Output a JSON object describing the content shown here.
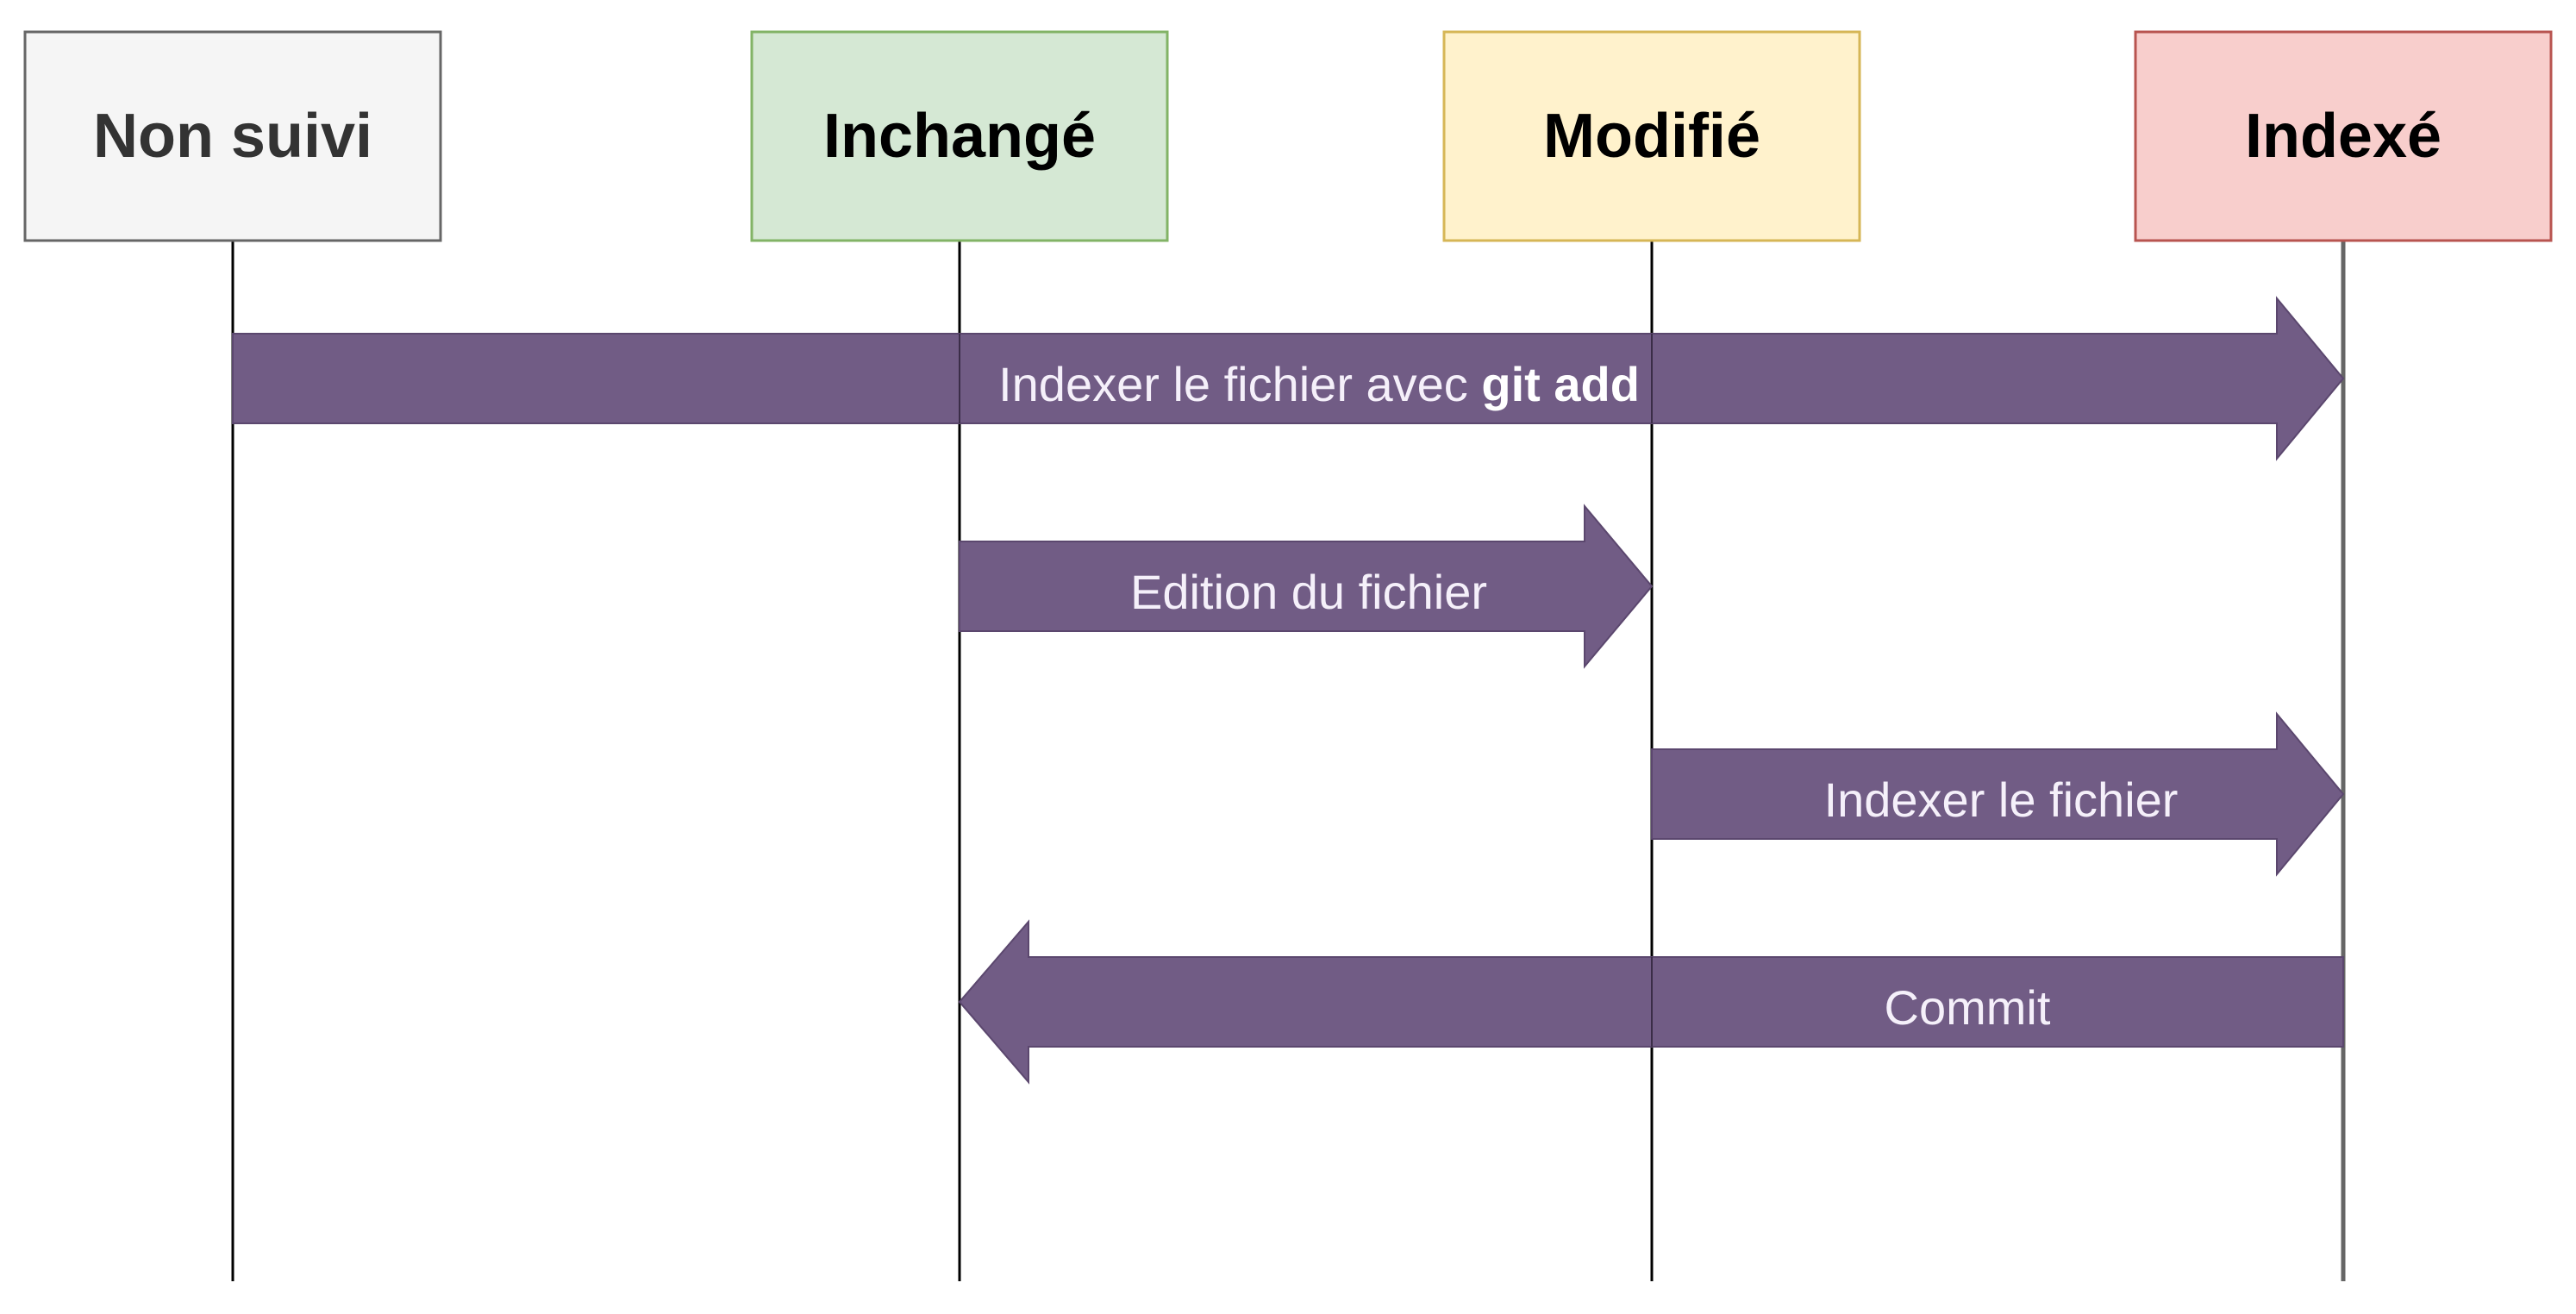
{
  "states": [
    {
      "id": "untracked",
      "label": "Non suivi",
      "fill": "#f5f5f5",
      "stroke": "#666666",
      "text_color": "#333333"
    },
    {
      "id": "unchanged",
      "label": "Inchangé",
      "fill": "#d5e8d4",
      "stroke": "#82b366",
      "text_color": "#000000"
    },
    {
      "id": "modified",
      "label": "Modifié",
      "fill": "#fff2cc",
      "stroke": "#d6b656",
      "text_color": "#000000"
    },
    {
      "id": "staged",
      "label": "Indexé",
      "fill": "#f8cecc",
      "stroke": "#b85450",
      "text_color": "#000000"
    }
  ],
  "transitions": [
    {
      "id": "add",
      "from": "untracked",
      "to": "staged",
      "label_prefix": "Indexer le fichier avec ",
      "label_bold": "git add"
    },
    {
      "id": "edit",
      "from": "unchanged",
      "to": "modified",
      "label_prefix": "Edition du fichier",
      "label_bold": ""
    },
    {
      "id": "stage",
      "from": "modified",
      "to": "staged",
      "label_prefix": "Indexer le fichier",
      "label_bold": ""
    },
    {
      "id": "commit",
      "from": "staged",
      "to": "unchanged",
      "label_prefix": "Commit",
      "label_bold": ""
    }
  ],
  "colors": {
    "arrow_fill": "#715c85",
    "arrow_stroke": "#5b476e",
    "lifeline": "#000000",
    "lifeline_staged": "#666666"
  }
}
